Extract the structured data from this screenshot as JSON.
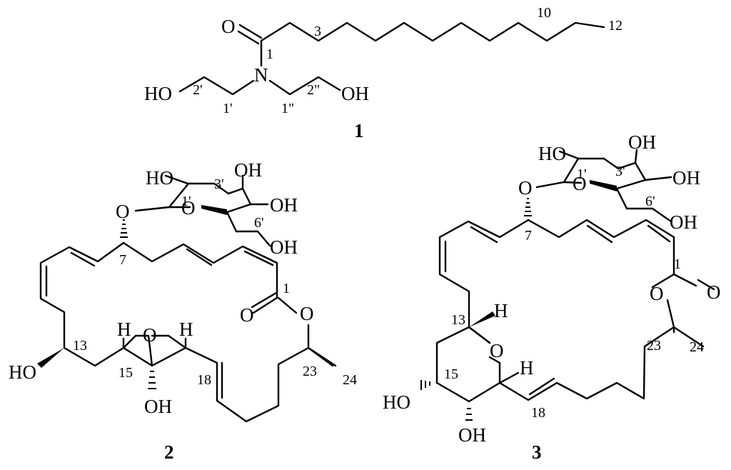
{
  "compounds": [
    {
      "id": "1",
      "atoms": [
        "O",
        "N",
        "HO",
        "OH"
      ],
      "positions": [
        "1",
        "3",
        "10",
        "12",
        "2'",
        "1'",
        "1\"",
        "2\""
      ]
    },
    {
      "id": "2",
      "atoms": [
        "HO",
        "OH",
        "O",
        "O",
        "OH",
        "OH",
        "O",
        "O",
        "O",
        "HO",
        "H",
        "H",
        "OH"
      ],
      "positions": [
        "1'",
        "3'",
        "6'",
        "7",
        "1",
        "13",
        "15",
        "18",
        "23",
        "24"
      ]
    },
    {
      "id": "3",
      "atoms": [
        "HO",
        "OH",
        "O",
        "O",
        "OH",
        "OH",
        "O",
        "O",
        "O",
        "H",
        "H",
        "HO",
        "OH"
      ],
      "positions": [
        "3'",
        "1'",
        "6'",
        "7",
        "1",
        "13",
        "15",
        "23",
        "24",
        "18"
      ]
    }
  ]
}
